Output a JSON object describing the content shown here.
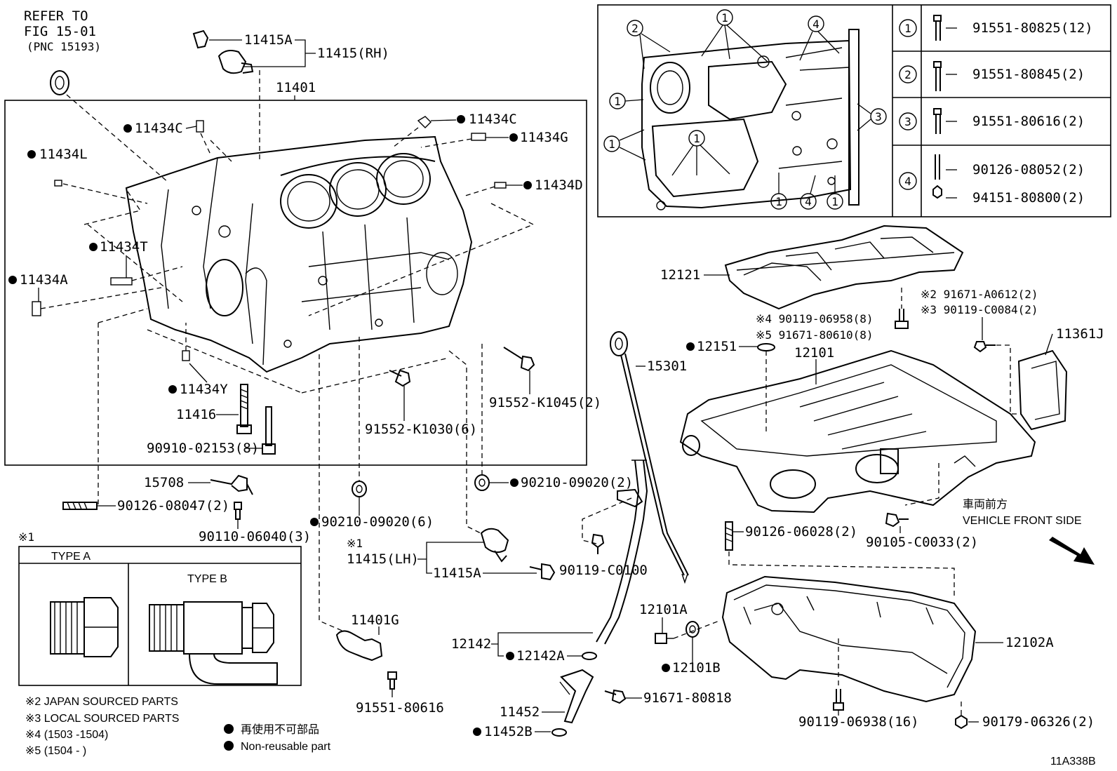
{
  "refer": {
    "line1": "REFER TO",
    "line2": "FIG 15-01",
    "line3": "(PNC 15193)"
  },
  "parts": {
    "p11415A_top": "11415A",
    "p11415RH": "11415(RH)",
    "p11401": "11401",
    "p11434C_left": "11434C",
    "p11434C_right": "11434C",
    "p11434G": "11434G",
    "p11434L": "11434L",
    "p11434D": "11434D",
    "p11434T": "11434T",
    "p11434A": "11434A",
    "p11434Y": "11434Y",
    "p11416": "11416",
    "p90910": "90910-02153(8)",
    "p91552_1030": "91552-K1030(6)",
    "p91552_1045": "91552-K1045(2)",
    "p15708": "15708",
    "p90126_08047": "90126-08047(2)",
    "p90110": "90110-06040(3)",
    "p90210_right": "90210-09020(2)",
    "p90210_left": "90210-09020(6)",
    "p11415LH_mark": "※1",
    "p11415LH": "11415(LH)",
    "p11415A_bottom": "11415A",
    "p90119_C0100": "90119-C0100",
    "p11401G": "11401G",
    "p91551_80616": "91551-80616",
    "p12142": "12142",
    "p12142A": "12142A",
    "p11452": "11452",
    "p11452B": "11452B",
    "p91671_80818": "91671-80818",
    "p12101A": "12101A",
    "p12101B": "12101B",
    "p12121": "12121",
    "p90119_06958": "※4 90119-06958(8)",
    "p91671_80610": "※5 91671-80610(8)",
    "p91671_A0612": "※2 91671-A0612(2)",
    "p90119_C0084": "※3 90119-C0084(2)",
    "p11361J": "11361J",
    "p12151": "12151",
    "p12101": "12101",
    "p15301": "15301",
    "p90126_06028": "90126-06028(2)",
    "p90105": "90105-C0033(2)",
    "p12102A": "12102A",
    "p90119_06938": "90119-06938(16)",
    "p90179": "90179-06326(2)"
  },
  "front": {
    "jp": "車両前方",
    "en": "VEHICLE FRONT SIDE"
  },
  "types": {
    "mark": "※1",
    "type_a": "TYPE A",
    "type_b": "TYPE B"
  },
  "notes": {
    "n2": "※2 JAPAN SOURCED PARTS",
    "n3": "※3 LOCAL SOURCED PARTS",
    "n4": "※4 (1503 -1504)",
    "n5": "※5 (1504 -      )",
    "nonreuse_jp": "再使用不可部品",
    "nonreuse_en": "Non-reusable part"
  },
  "figure_id": "11A338B",
  "bolt_table": {
    "rows": [
      {
        "num": "1",
        "parts": [
          "91551-80825(12)"
        ]
      },
      {
        "num": "2",
        "parts": [
          "91551-80845(2)"
        ]
      },
      {
        "num": "3",
        "parts": [
          "91551-80616(2)"
        ]
      },
      {
        "num": "4",
        "parts": [
          "90126-08052(2)",
          "94151-80800(2)"
        ]
      }
    ]
  },
  "inset_callouts": [
    "2",
    "1",
    "1",
    "4",
    "3",
    "1",
    "1",
    "1",
    "4",
    "1"
  ]
}
